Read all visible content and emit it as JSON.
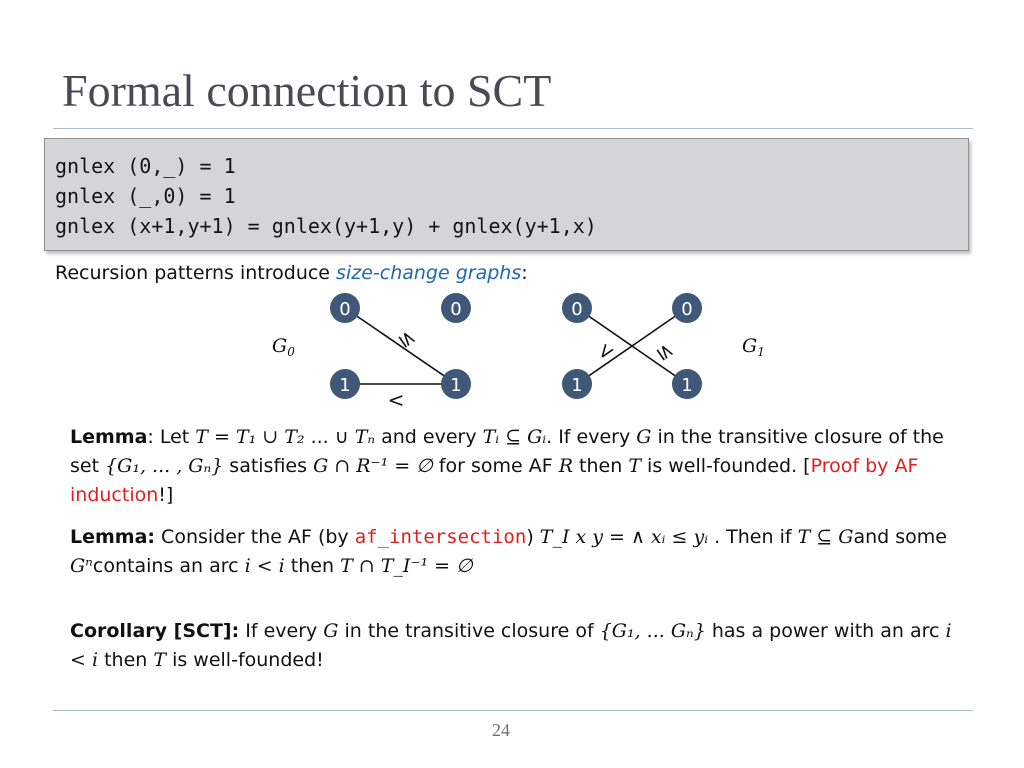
{
  "title": "Formal connection to SCT",
  "code": {
    "lines": [
      "gnlex (0,_) = 1",
      "gnlex (_,0) = 1",
      "gnlex (x+1,y+1) = gnlex(y+1,y) + gnlex(y+1,x)"
    ]
  },
  "intro": {
    "before": "Recursion patterns introduce ",
    "term": "size-change graphs",
    "after": ":"
  },
  "graphs": {
    "g0": {
      "label": "G",
      "sub": "0",
      "nodes": {
        "top_left": "0",
        "top_right": "0",
        "bottom_left": "1",
        "bottom_right": "1"
      },
      "edge_labels": {
        "diagonal": "≤",
        "bottom": "<"
      }
    },
    "g1": {
      "label": "G",
      "sub": "1",
      "nodes": {
        "top_left": "0",
        "top_right": "0",
        "bottom_left": "1",
        "bottom_right": "1"
      },
      "edge_labels": {
        "left": "<",
        "right": "≤"
      }
    },
    "node_color": "#3f5878"
  },
  "lemma1": {
    "heading": "Lemma",
    "t1": ": Let ",
    "m1": "T = T₁ ∪ T₂",
    "t2": " ... ∪ ",
    "m2": "Tₙ",
    "t3": " and every ",
    "m3": "Tᵢ ⊆ Gᵢ",
    "t4": ". If every ",
    "m4": "G",
    "t5": " in the transitive closure of the set ",
    "m5": "{G₁, ... , Gₙ}",
    "t6": " satisfies ",
    "m6": "G ∩ R⁻¹ = ∅",
    "t7": " for some AF ",
    "m7": "R",
    "t8": " then ",
    "m8": "T",
    "t9": " is well-founded. [",
    "link": "Proof by AF induction",
    "t10": "!]"
  },
  "lemma2": {
    "heading": "Lemma:",
    "t1": " Consider the AF (by ",
    "code": "af_intersection",
    "t2": ") ",
    "m1": "T_I x y",
    "t3": " = ",
    "m2": "∧ xᵢ ≤ yᵢ",
    "t4": " . Then if ",
    "m3": "T ⊆ G",
    "t5": "and some ",
    "m4": "Gⁿ",
    "t6": "contains an arc ",
    "m5": "i < i",
    "t7": " then ",
    "m6": "T ∩ T_I⁻¹ = ∅"
  },
  "corollary": {
    "heading": "Corollary [SCT]:",
    "t1": " If every ",
    "m1": "G",
    "t2": " in the transitive closure of ",
    "m2": "{G₁, ... Gₙ}",
    "t3": " has a power with an arc ",
    "m3": "i < i",
    "t4": " then ",
    "m4": "T",
    "t5": " is well-founded!"
  },
  "page_number": "24"
}
